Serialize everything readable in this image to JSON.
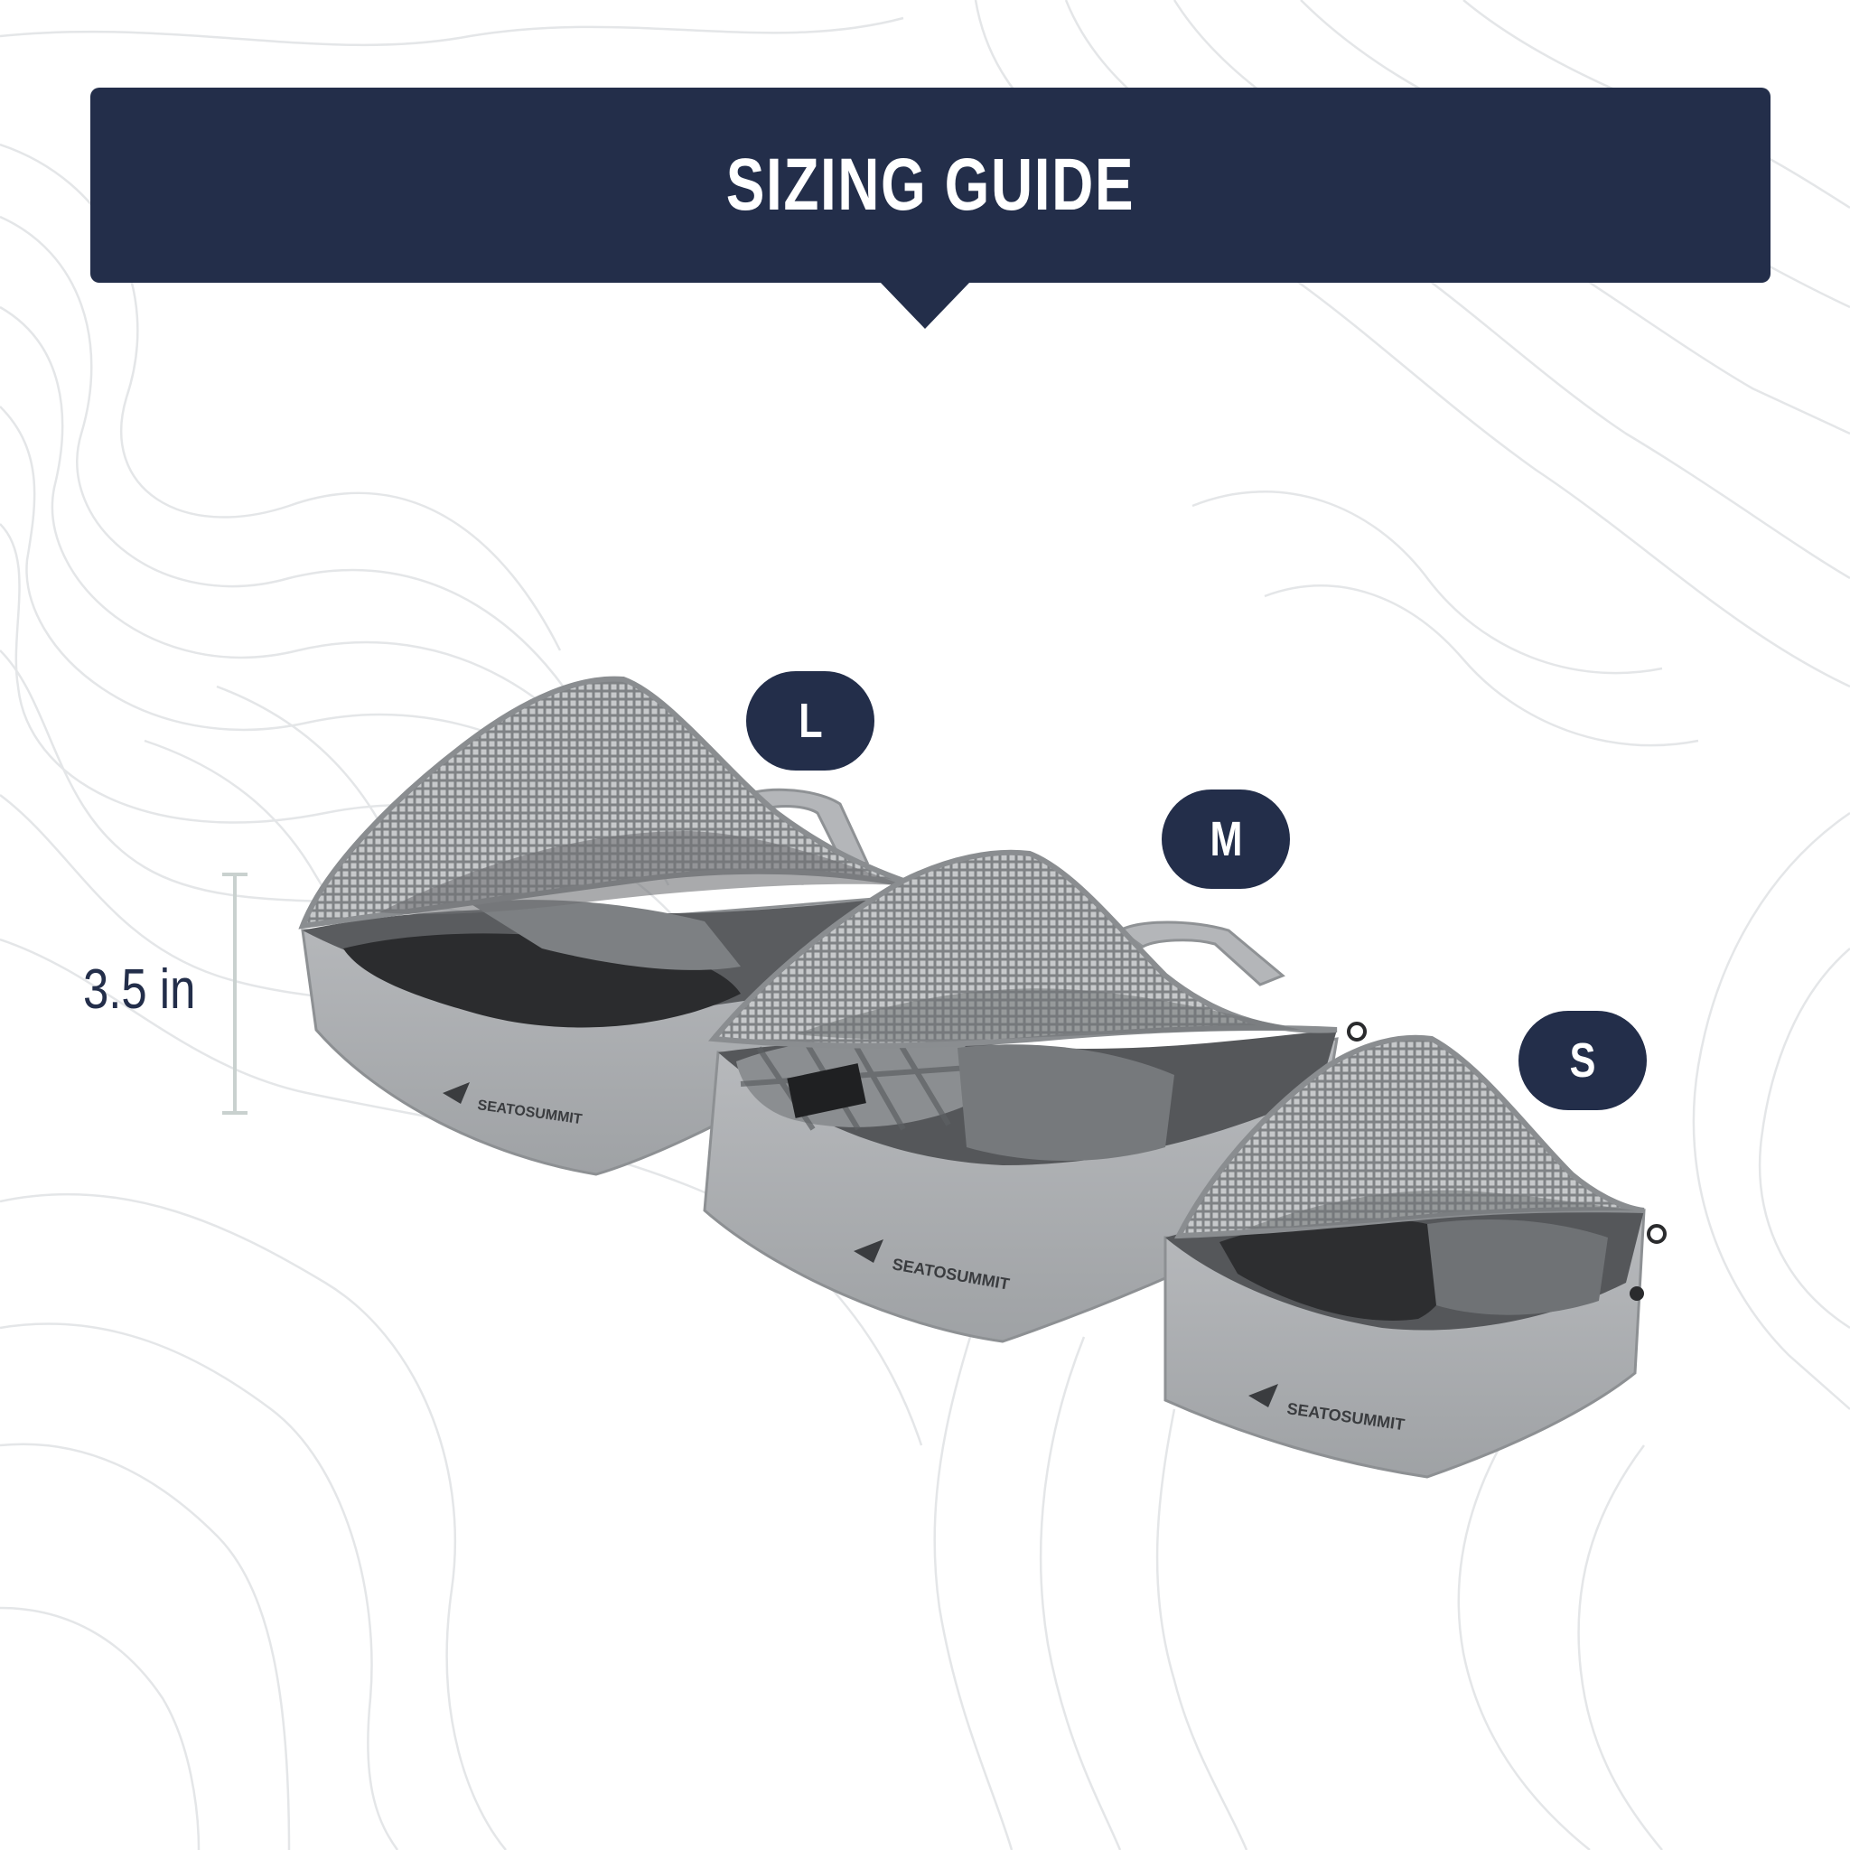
{
  "banner": {
    "title": "SIZING GUIDE"
  },
  "sizes": [
    {
      "label": "L"
    },
    {
      "label": "M"
    },
    {
      "label": "S"
    }
  ],
  "dimension": {
    "height_label": "3.5 in"
  },
  "brand": {
    "logo_text": "SEATOSUMMIT"
  },
  "colors": {
    "navy": "#232e4a",
    "bag_gray": "#a9abae",
    "mesh_gray": "#8e9093",
    "contour_line": "#e4e6e8",
    "dimension_line": "#c9d1cf"
  }
}
